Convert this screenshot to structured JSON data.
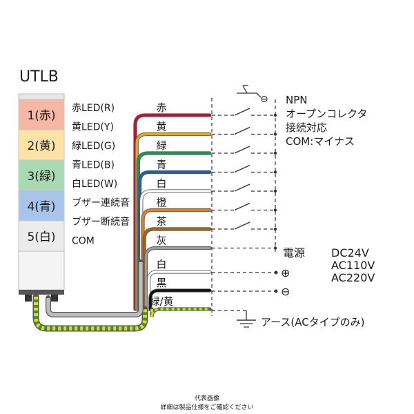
{
  "title": "UTLB",
  "tiers": [
    {
      "label": "1(赤)",
      "color": "#f6b7a4"
    },
    {
      "label": "2(黄)",
      "color": "#fde3a6"
    },
    {
      "label": "3(緑)",
      "color": "#a9d9b3"
    },
    {
      "label": "4(青)",
      "color": "#a9c4ea"
    },
    {
      "label": "5(白)",
      "color": "#ececec"
    }
  ],
  "signals": [
    {
      "name": "赤LED(R)",
      "wire": "赤",
      "color": "#c8102e"
    },
    {
      "name": "黄LED(Y)",
      "wire": "黄",
      "color": "#e6a817"
    },
    {
      "name": "緑LED(G)",
      "wire": "緑",
      "color": "#1f9a4a"
    },
    {
      "name": "青LED(B)",
      "wire": "青",
      "color": "#1f5fb0"
    },
    {
      "name": "白LED(W)",
      "wire": "白",
      "color": "#ffffff"
    },
    {
      "name": "ブザー連続音",
      "wire": "橙",
      "color": "#d9822b"
    },
    {
      "name": "ブザー断続音",
      "wire": "茶",
      "color": "#a0651f"
    },
    {
      "name": "COM",
      "wire": "灰",
      "color": "#9a9a9a"
    }
  ],
  "power_wires": [
    {
      "wire": "白",
      "color": "#ffffff"
    },
    {
      "wire": "黒",
      "color": "#111111"
    },
    {
      "wire": "緑/黄",
      "color": "#3a9a3a"
    }
  ],
  "npn_note": [
    "NPN",
    "オープンコレクタ",
    "接続対応",
    "COM:マイナス"
  ],
  "power_label": "電源",
  "power_values": [
    "DC24V",
    "AC110V",
    "AC220V"
  ],
  "plus_symbol": "⊕",
  "minus_symbol": "⊖",
  "switch_minus": "⊖",
  "earth_label": "アース(ACタイプのみ)",
  "footer": [
    "代表画像",
    "詳細は製品仕様をご確認ください"
  ]
}
